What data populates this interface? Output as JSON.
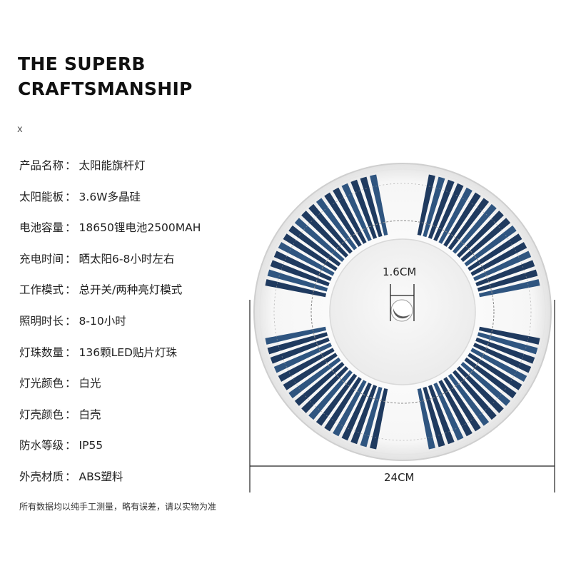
{
  "headline": {
    "line1": "THE SUPERB",
    "line2": "CRAFTSMANSHIP"
  },
  "close_mark": "x",
  "separator": "：",
  "specs": [
    {
      "label": "产品名称",
      "value": "太阳能旗杆灯"
    },
    {
      "label": "太阳能板",
      "value": "3.6W多晶硅"
    },
    {
      "label": "电池容量",
      "value": "18650锂电池2500MAH"
    },
    {
      "label": "充电时间",
      "value": "晒太阳6-8小时左右"
    },
    {
      "label": "工作模式",
      "value": "总开关/两种亮灯模式"
    },
    {
      "label": "照明时长",
      "value": "8-10小时"
    },
    {
      "label": "灯珠数量",
      "value": "136颗LED贴片灯珠"
    },
    {
      "label": "灯光颜色",
      "value": "白光"
    },
    {
      "label": "灯壳颜色",
      "value": "白壳"
    },
    {
      "label": "防水等级",
      "value": "IP55"
    },
    {
      "label": "外壳材质",
      "value": "ABS塑料"
    }
  ],
  "footnote": "所有数据均以纯手工测量，略有误差，请以实物为准",
  "dimensions": {
    "inner_hole": "1.6CM",
    "outer_diameter": "24CM"
  },
  "colors": {
    "cell": "#1f3a5f",
    "cell_highlight": "#2f5580",
    "housing": "#f4f4f4",
    "center": "#f1f1f1"
  }
}
